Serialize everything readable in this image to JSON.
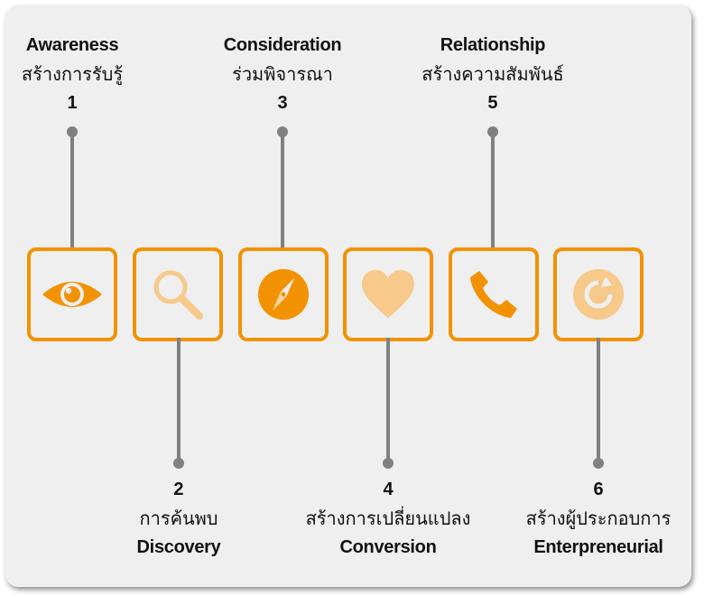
{
  "stages": [
    {
      "num": "1",
      "en": "Awareness",
      "th": "สร้างการรับรู้",
      "icon": "eye-icon"
    },
    {
      "num": "2",
      "en": "Discovery",
      "th": "การค้นพบ",
      "icon": "magnifier-icon"
    },
    {
      "num": "3",
      "en": "Consideration",
      "th": "ร่วมพิจารณา",
      "icon": "compass-icon"
    },
    {
      "num": "4",
      "en": "Conversion",
      "th": "สร้างการเปลี่ยนแปลง",
      "icon": "heart-icon"
    },
    {
      "num": "5",
      "en": "Relationship",
      "th": "สร้างความสัมพันธ์",
      "icon": "phone-icon"
    },
    {
      "num": "6",
      "en": "Enterpreneurial",
      "th": "สร้างผู้ประกอบการ",
      "icon": "refresh-icon"
    }
  ],
  "colors": {
    "accent": "#f39200",
    "accent_light": "#f7c98a",
    "connector": "#808080",
    "background": "#efefef"
  }
}
